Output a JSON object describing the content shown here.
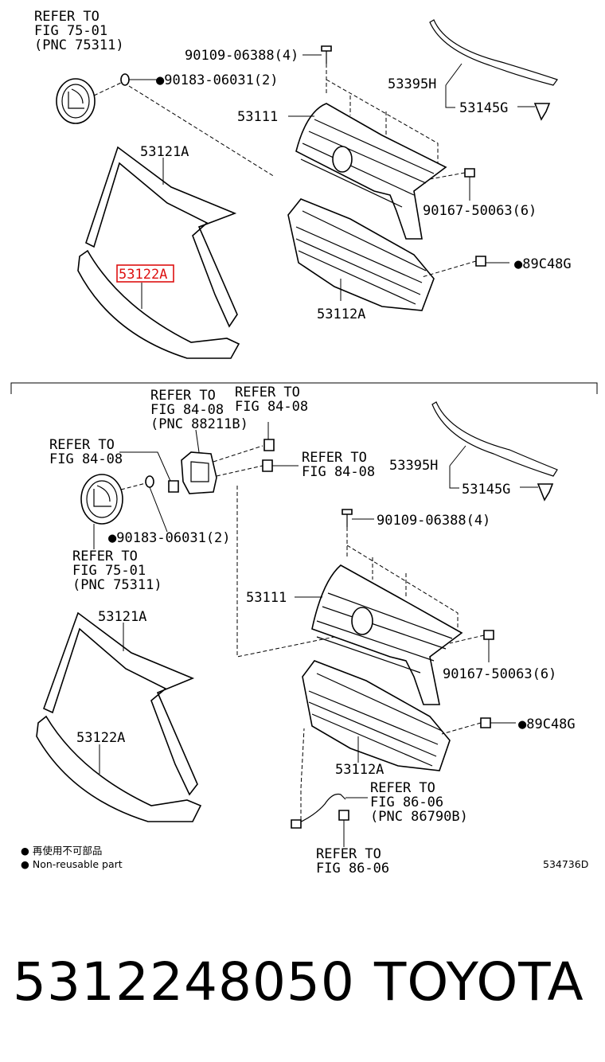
{
  "top_section": {
    "ref_emblem_top": [
      "REFER TO",
      "FIG 75-01",
      "(PNC 75311)"
    ],
    "bolt_90109": "90109-06388(4)",
    "clip_90183": "●90183-06031(2)",
    "molding_53395": "53395H",
    "clip_53145": "53145G",
    "grille_53111": "53111",
    "molding_53121": "53121A",
    "clip_90167": "90167-50063(6)",
    "clip_89c48": "●89C48G",
    "molding_53122": "53122A",
    "grille_53112": "53112A"
  },
  "bottom_section": {
    "ref_sensor": [
      "REFER TO",
      "FIG 84-08",
      "(PNC 88211B)"
    ],
    "ref_bolt_a": [
      "REFER TO",
      "FIG 84-08"
    ],
    "ref_nut_left": [
      "REFER TO",
      "FIG 84-08"
    ],
    "ref_bolt_b": [
      "REFER TO",
      "FIG 84-08"
    ],
    "molding_53395": "53395H",
    "clip_53145": "53145G",
    "bolt_90109": "90109-06388(4)",
    "clip_90183": "●90183-06031(2)",
    "ref_emblem": [
      "REFER TO",
      "FIG 75-01",
      "(PNC 75311)"
    ],
    "grille_53111": "53111",
    "molding_53121": "53121A",
    "clip_90167": "90167-50063(6)",
    "clip_89c48": "●89C48G",
    "molding_53122": "53122A",
    "grille_53112": "53112A",
    "ref_wire": [
      "REFER TO",
      "FIG 86-06",
      "(PNC 86790B)"
    ],
    "ref_bottom": [
      "REFER TO",
      "FIG 86-06"
    ]
  },
  "legend": {
    "line_cn": "● 再使用不可部品",
    "line_en": "● Non-reusable part"
  },
  "diagram_code": "534736D",
  "footer": {
    "part_number": "5312248050",
    "brand": "TOYOTA"
  },
  "highlight_color": "#dd1111"
}
